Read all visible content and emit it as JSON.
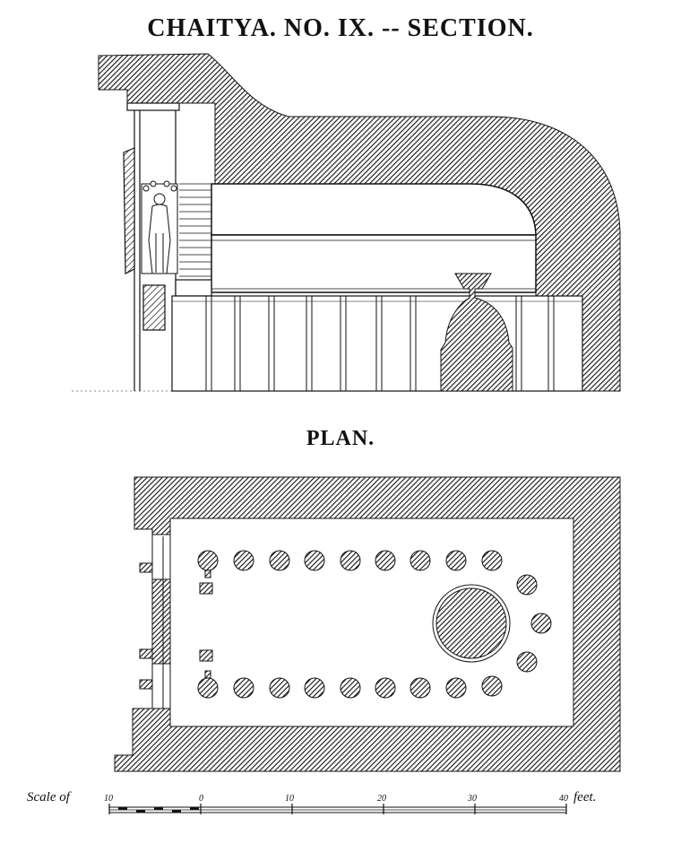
{
  "section": {
    "title": "CHAITYA. NO. IX. -- SECTION."
  },
  "plan": {
    "title": "PLAN."
  },
  "scale": {
    "label": "Scale of",
    "unit": "feet.",
    "ticks": [
      "10",
      "0",
      "10",
      "20",
      "30",
      "40"
    ]
  },
  "colors": {
    "ink": "#111111",
    "paper": "#ffffff"
  },
  "icons": [
    "hatch-rock-fill",
    "buddha-figure",
    "octagonal-pillar",
    "stupa"
  ]
}
